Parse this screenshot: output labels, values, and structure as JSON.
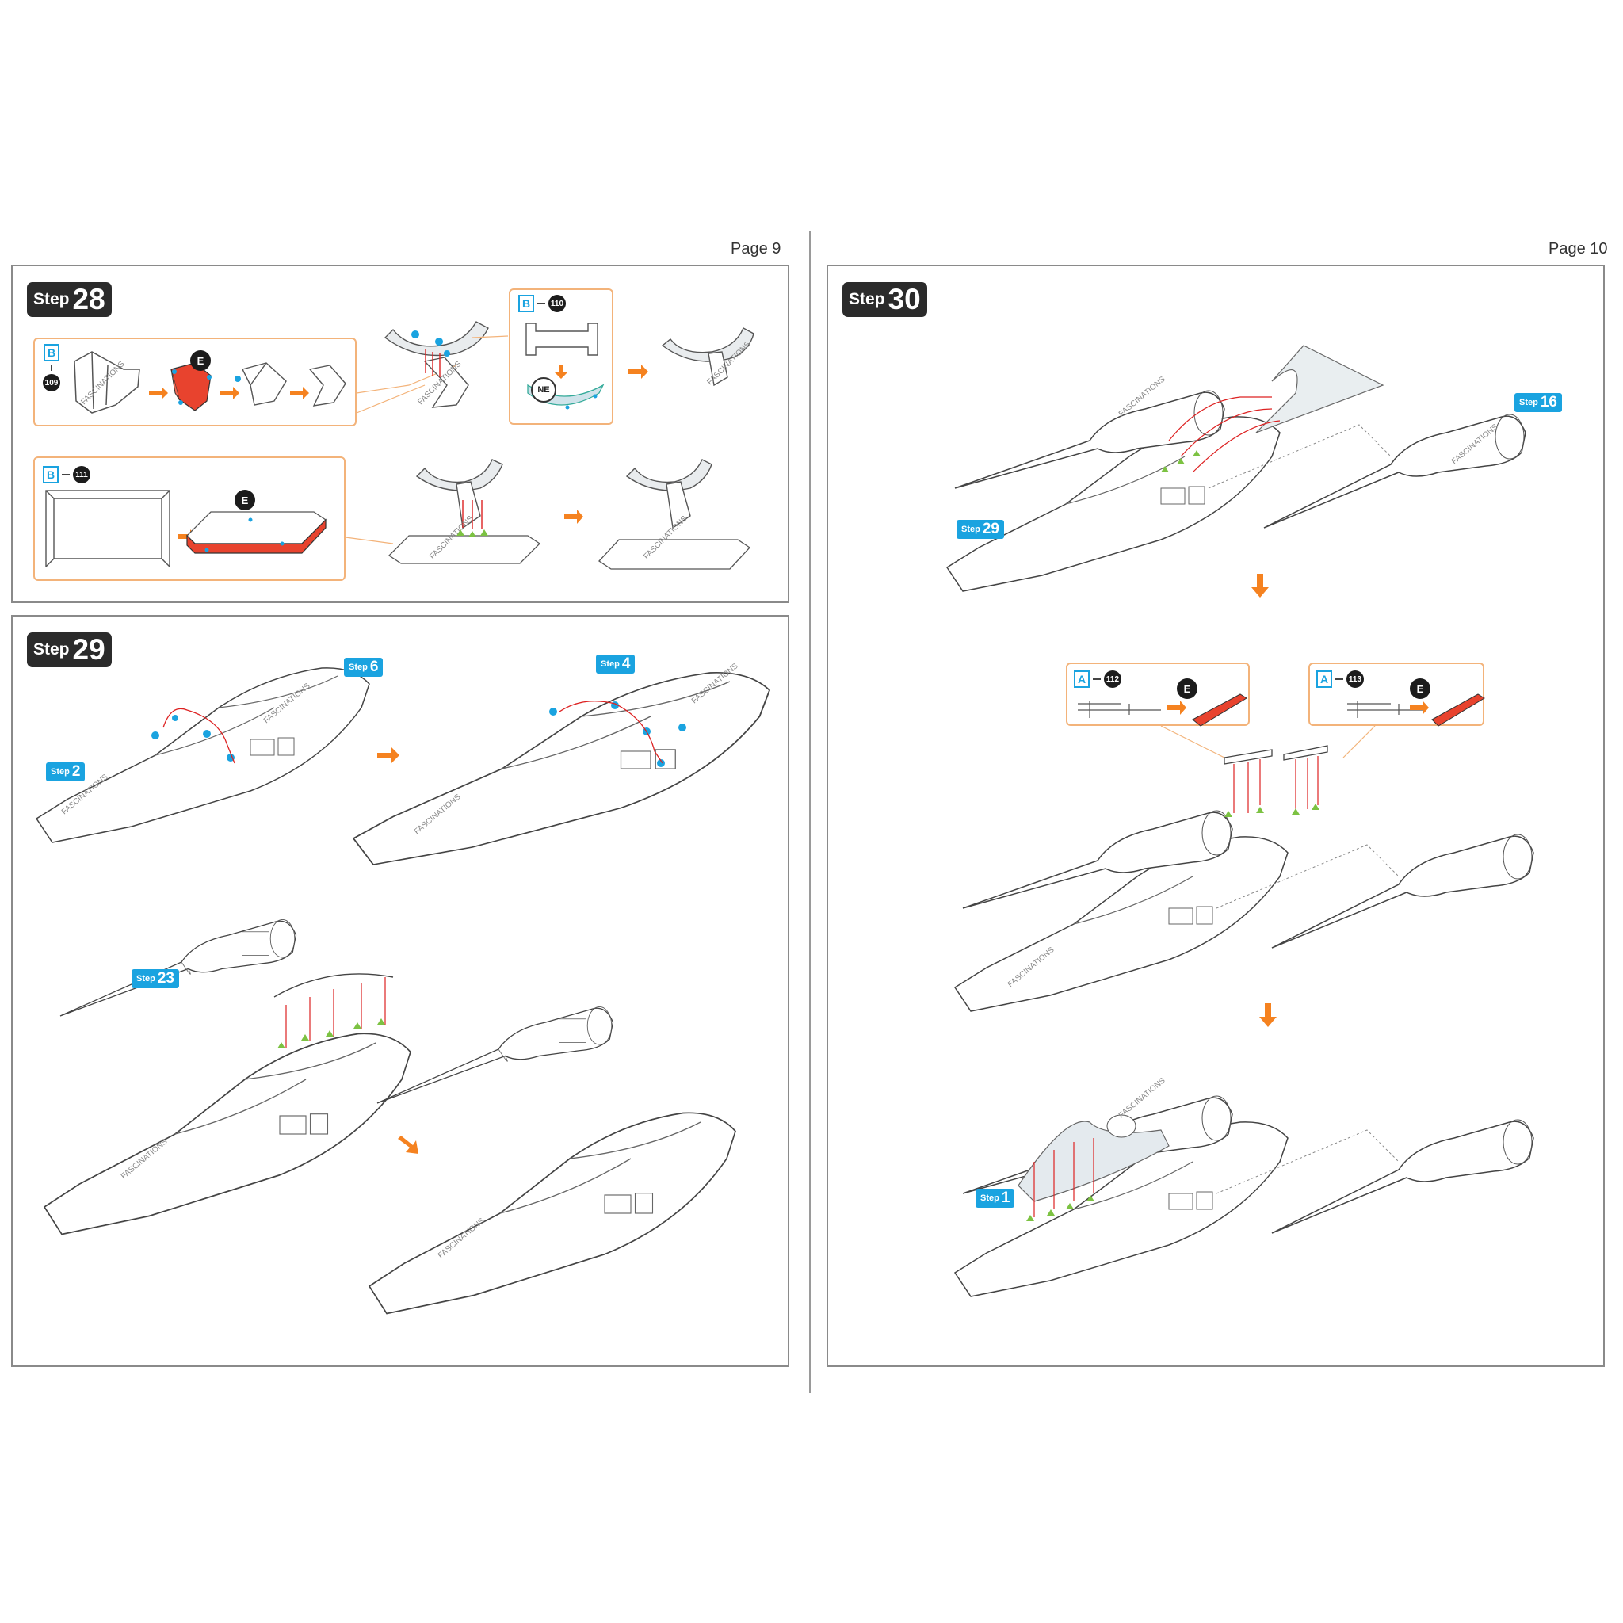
{
  "pages": {
    "left_label": "Page 9",
    "right_label": "Page 10"
  },
  "brand_watermark": "FASCINATIONS",
  "step_word": "Step",
  "step28": {
    "number": "28",
    "row1": {
      "sheet": "B",
      "part": "109",
      "tool": "E",
      "sheet2": "B",
      "part2": "110",
      "tool2": "NE"
    },
    "row2": {
      "sheet": "B",
      "part": "111",
      "tool": "E"
    }
  },
  "step29": {
    "number": "29",
    "refs": [
      "6",
      "2",
      "4",
      "23"
    ]
  },
  "step30": {
    "number": "30",
    "refs": [
      "16",
      "29",
      "1"
    ],
    "sub_a": {
      "sheet": "A",
      "part": "112",
      "tool": "E"
    },
    "sub_b": {
      "sheet": "A",
      "part": "113",
      "tool": "E"
    }
  },
  "colors": {
    "accent_orange": "#f58220",
    "tag_blue": "#1aa3e0",
    "part_red": "#e8432e",
    "guide_green": "#7cc242"
  }
}
